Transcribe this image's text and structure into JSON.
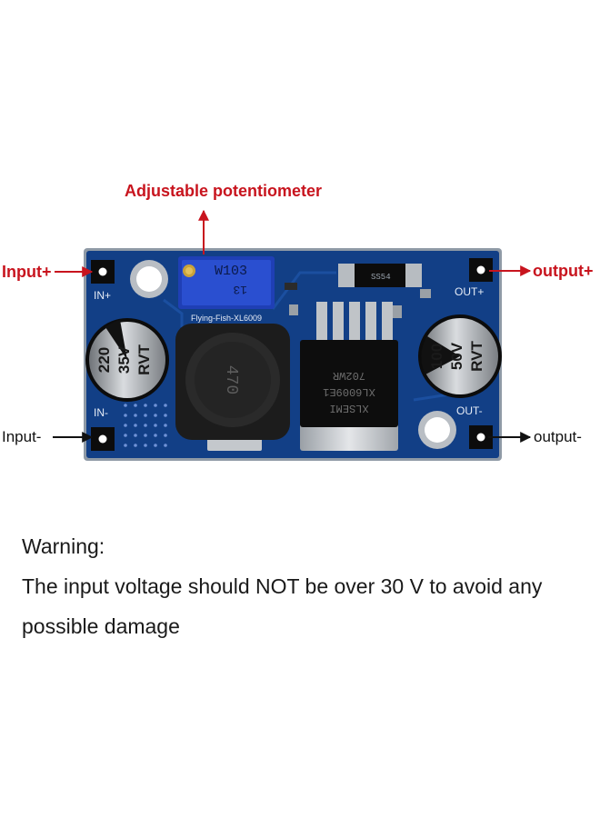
{
  "labels": {
    "potentiometer": "Adjustable potentiometer",
    "input_plus": "Input+",
    "input_minus": "Input-",
    "output_plus": "output+",
    "output_minus": "output-"
  },
  "board": {
    "in_plus": "IN+",
    "in_minus": "IN-",
    "out_plus": "OUT+",
    "out_minus": "OUT-",
    "pot_code": "W103",
    "pot_num": "13",
    "brand": "Flying-Fish-XL6009",
    "inductor": "470",
    "cap_left": [
      "220",
      "35V",
      "RVT"
    ],
    "cap_right": [
      "100",
      "50V",
      "RVT"
    ],
    "chip": [
      "XLSEMI",
      "XL6009E1",
      "702WR"
    ],
    "diode": "SS54"
  },
  "warning": {
    "heading": "Warning:",
    "line1": "The input voltage should NOT be over 30 V to avoid any",
    "line2": "possible damage"
  },
  "colors": {
    "pcb": "#123f86",
    "arrow_red": "#c8141e"
  }
}
